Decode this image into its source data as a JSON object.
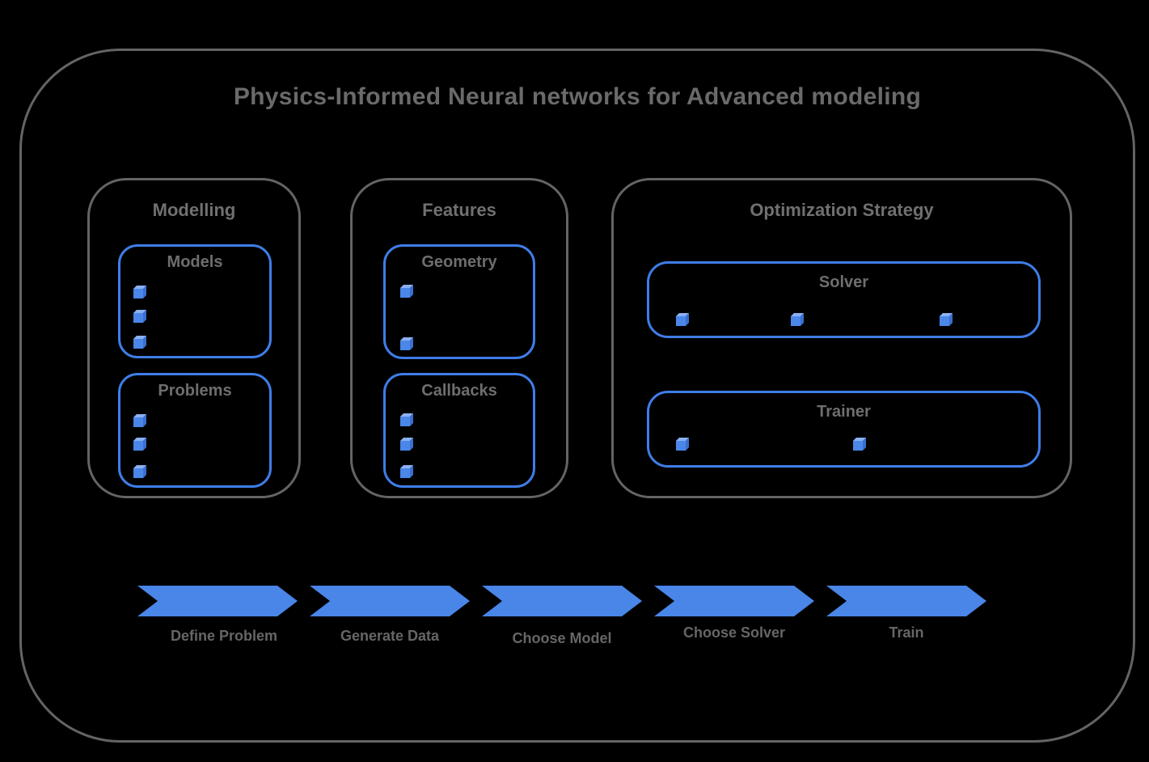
{
  "title": "Physics-Informed Neural networks for Advanced modeling",
  "sections": {
    "modelling": {
      "label": "Modelling",
      "boxes": {
        "models": {
          "label": "Models",
          "cube_count": 3,
          "cube_layout": "vertical"
        },
        "problems": {
          "label": "Problems",
          "cube_count": 3,
          "cube_layout": "vertical"
        }
      }
    },
    "features": {
      "label": "Features",
      "boxes": {
        "geometry": {
          "label": "Geometry",
          "cube_count": 2,
          "cube_layout": "vertical"
        },
        "callbacks": {
          "label": "Callbacks",
          "cube_count": 3,
          "cube_layout": "vertical"
        }
      }
    },
    "optimization": {
      "label": "Optimization Strategy",
      "boxes": {
        "solver": {
          "label": "Solver",
          "cube_count": 3,
          "cube_layout": "horizontal"
        },
        "trainer": {
          "label": "Trainer",
          "cube_count": 2,
          "cube_layout": "horizontal"
        }
      }
    }
  },
  "flow": {
    "steps": [
      {
        "label": "Define Problem"
      },
      {
        "label": "Generate Data"
      },
      {
        "label": "Choose Model"
      },
      {
        "label": "Choose Solver"
      },
      {
        "label": "Train"
      }
    ]
  },
  "colors": {
    "background": "#000000",
    "frame_grey": "#646464",
    "text_grey": "#6b6b6b",
    "box_border_blue": "#3f7de8",
    "arrow_blue": "#4a85e8",
    "cube_front": "#4a87e8",
    "cube_top": "#8ab1f2",
    "cube_side": "#3a6fd0"
  }
}
